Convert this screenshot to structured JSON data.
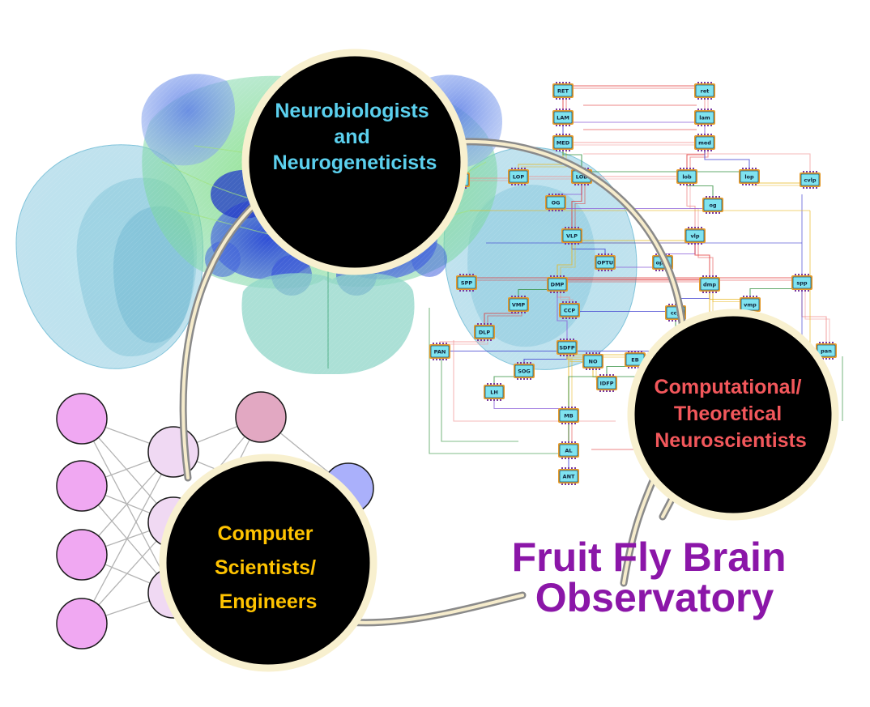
{
  "colors": {
    "blue_label": "#5bd0ee",
    "red_label": "#f2575b",
    "yellow_label": "#ffc300",
    "title": "#8b16a8",
    "hub_fill": "#000000",
    "hub_border": "#f8f0cf",
    "arc": "#8a8a8a",
    "arc_inner": "#f6eccc"
  },
  "hubs": {
    "bio": {
      "lines": [
        "Neurobiologists",
        "and",
        "Neurogeneticists"
      ]
    },
    "comp": {
      "lines": [
        "Computational/",
        "Theoretical",
        "Neuroscientists"
      ]
    },
    "eng": {
      "lines": [
        "Computer",
        "Scientists/",
        "Engineers"
      ]
    }
  },
  "title": {
    "lines": [
      "Fruit Fly Brain",
      "Observatory"
    ]
  },
  "chips": [
    "RET",
    "LAM",
    "MED",
    "LOP",
    "LOB",
    "OG",
    "cvlp",
    "VLP",
    "OPTU",
    "SPP",
    "DMP",
    "VMP",
    "CCP",
    "DLP",
    "SDFP",
    "PAN",
    "SOG",
    "LH",
    "NO",
    "IDFP",
    "EB",
    "MB",
    "AL",
    "ANT",
    "ret",
    "lam",
    "med",
    "lob",
    "lop",
    "og",
    "cvlp",
    "vlp",
    "optu",
    "dmp",
    "ccp",
    "vmp",
    "spp",
    "pan"
  ]
}
